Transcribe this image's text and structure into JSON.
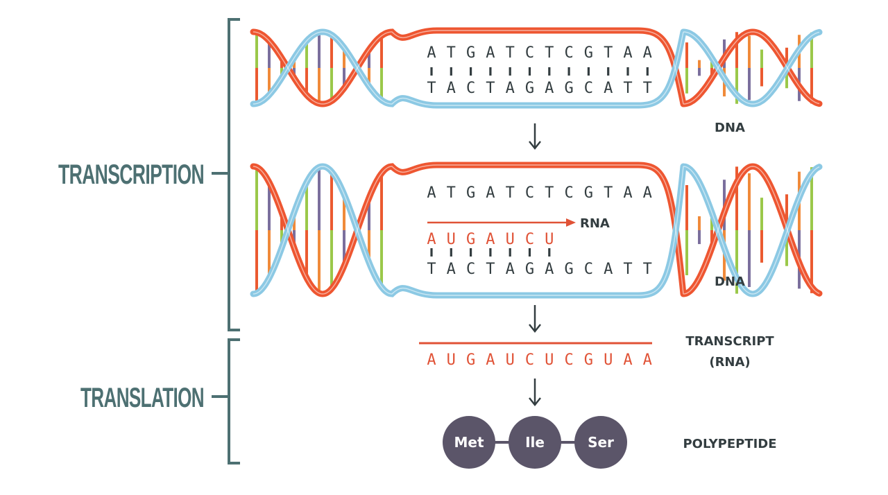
{
  "labels": {
    "transcription": "TRANSCRIPTION",
    "translation": "TRANSLATION",
    "dna_top": "DNA",
    "dna_middle": "DNA",
    "rna_arrow": "RNA",
    "transcript_line1": "TRANSCRIPT",
    "transcript_line2": "(RNA)",
    "polypeptide": "POLYPEPTIDE"
  },
  "sequences": {
    "dna_top_coding": [
      "A",
      "T",
      "G",
      "A",
      "T",
      "C",
      "T",
      "C",
      "G",
      "T",
      "A",
      "A"
    ],
    "dna_top_template": [
      "T",
      "A",
      "C",
      "T",
      "A",
      "G",
      "A",
      "G",
      "C",
      "A",
      "T",
      "T"
    ],
    "dna_mid_coding": [
      "A",
      "T",
      "G",
      "A",
      "T",
      "C",
      "T",
      "C",
      "G",
      "T",
      "A",
      "A"
    ],
    "rna_partial": [
      "A",
      "U",
      "G",
      "A",
      "U",
      "C",
      "U"
    ],
    "dna_mid_template": [
      "T",
      "A",
      "C",
      "T",
      "A",
      "G",
      "A",
      "G",
      "C",
      "A",
      "T",
      "T"
    ],
    "transcript": [
      "A",
      "U",
      "G",
      "A",
      "U",
      "C",
      "U",
      "C",
      "G",
      "U",
      "A",
      "A"
    ]
  },
  "polypeptide": [
    "Met",
    "Ile",
    "Ser"
  ],
  "colors": {
    "strand_orange": "#ee5631",
    "strand_blue": "#8cc9e4",
    "rung_palette": [
      "#f08a3a",
      "#9bc84a",
      "#7b6f9d",
      "#eb5a30"
    ],
    "text_dark": "#333d40",
    "label_teal": "#4d7072",
    "bead": "#5b5569",
    "rna_red": "#e05236"
  }
}
